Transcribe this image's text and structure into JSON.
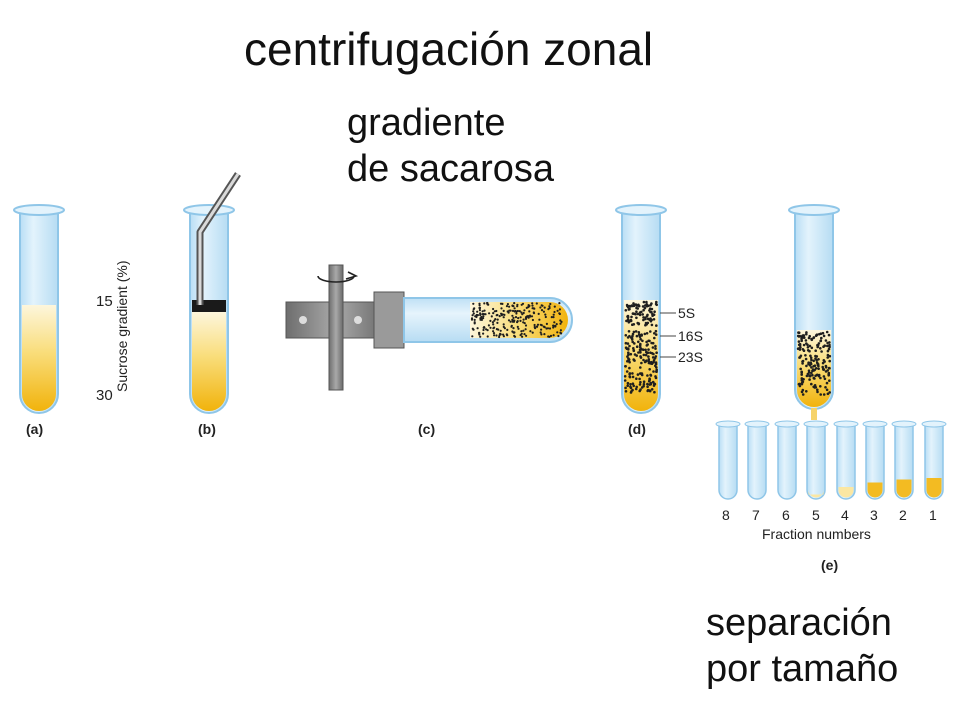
{
  "title": "centrifugación zonal",
  "gradient_label": {
    "line1": "gradiente",
    "line2": "de sacarosa"
  },
  "size_label": {
    "line1": "separación",
    "line2": "por tamaño"
  },
  "axis_label": "Sucrose gradient (%)",
  "axis_ticks": [
    "15",
    "30"
  ],
  "panel_labels": [
    "(a)",
    "(b)",
    "(c)",
    "(d)",
    "(e)"
  ],
  "band_labels": [
    "5S",
    "16S",
    "23S"
  ],
  "fraction_numbers": [
    "8",
    "7",
    "6",
    "5",
    "4",
    "3",
    "2",
    "1"
  ],
  "fraction_caption": "Fraction numbers",
  "colors": {
    "gradient_top": "#fdf4d0",
    "gradient_bottom": "#f2b510",
    "tube_glass": "#cde9f9",
    "tube_edge": "#8fc6e8",
    "particles": "#1f1f1f",
    "rotor": "#888888"
  }
}
